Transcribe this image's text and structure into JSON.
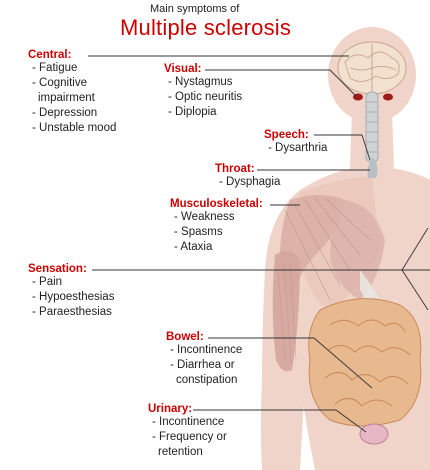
{
  "title": {
    "small": "Main symptoms of",
    "big": "Multiple sclerosis"
  },
  "groups": {
    "central": {
      "heading": "Central:",
      "items": [
        "- Fatigue",
        "- Cognitive",
        "impairment",
        "- Depression",
        "- Unstable mood"
      ]
    },
    "visual": {
      "heading": "Visual:",
      "items": [
        "- Nystagmus",
        "- Optic neuritis",
        "- Diplopia"
      ]
    },
    "speech": {
      "heading": "Speech:",
      "items": [
        "- Dysarthria"
      ]
    },
    "throat": {
      "heading": "Throat:",
      "items": [
        "- Dysphagia"
      ]
    },
    "musculoskeletal": {
      "heading": "Musculoskeletal:",
      "items": [
        "- Weakness",
        "- Spasms",
        "- Ataxia"
      ]
    },
    "sensation": {
      "heading": "Sensation:",
      "items": [
        "- Pain",
        "- Hypoesthesias",
        "- Paraesthesias"
      ]
    },
    "bowel": {
      "heading": "Bowel:",
      "items": [
        "- Incontinence",
        "- Diarrhea or",
        "constipation"
      ]
    },
    "urinary": {
      "heading": "Urinary:",
      "items": [
        "- Incontinence",
        "- Frequency or",
        "retention"
      ]
    }
  },
  "colors": {
    "accent_red": "#cc0000",
    "skin": "#f1d4c9",
    "skin_dark": "#e6bfb1",
    "muscle": "#d9aea5",
    "brain": "#f3e1d0",
    "intestine": "#e8b98f"
  }
}
